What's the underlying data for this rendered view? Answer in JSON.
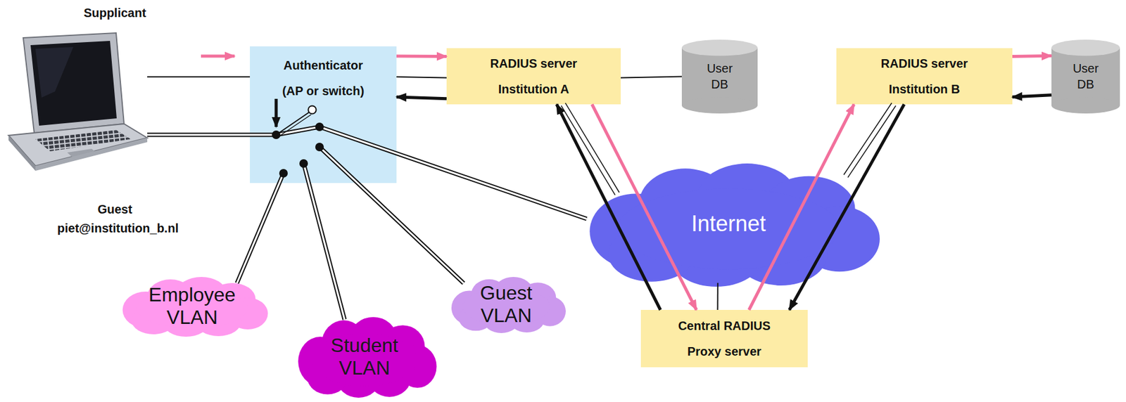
{
  "diagram": {
    "nodes": [
      {
        "text": [
          "Authenticator",
          "(AP or switch)"
        ]
      },
      {
        "text": [
          "RADIUS server",
          "Institution A"
        ]
      },
      {
        "text": [
          "User DB"
        ]
      },
      {
        "text": [
          "RADIUS server",
          "Institution B"
        ]
      },
      {
        "text": [
          "User DB"
        ]
      },
      {
        "text": [
          "Internet"
        ]
      },
      {
        "text": [
          "Central RADIUS",
          "Proxy server"
        ]
      },
      {
        "text": [
          "Employee VLAN"
        ]
      },
      {
        "text": [
          "Student VLAN"
        ]
      },
      {
        "text": [
          "Guest VLAN"
        ]
      }
    ],
    "edges": [
      {
        "from": 0,
        "to": 1,
        "arrow": "none"
      },
      {
        "from": 0,
        "to": 1,
        "arrow": "to"
      },
      {
        "from": 1,
        "to": 0,
        "arrow": "to"
      },
      {
        "from": 1,
        "to": 2,
        "arrow": "none"
      },
      {
        "from": 3,
        "to": 4,
        "arrow": "to"
      },
      {
        "from": 4,
        "to": 3,
        "arrow": "to"
      },
      {
        "from": 0,
        "to": 7,
        "arrow": "none"
      },
      {
        "from": 0,
        "to": 8,
        "arrow": "none"
      },
      {
        "from": 0,
        "to": 9,
        "arrow": "none"
      },
      {
        "from": 0,
        "to": 5,
        "arrow": "none"
      },
      {
        "from": 1,
        "to": 5,
        "arrow": "none"
      },
      {
        "from": 3,
        "to": 5,
        "arrow": "none"
      },
      {
        "from": 5,
        "to": 6,
        "arrow": "none"
      },
      {
        "from": 1,
        "to": 6,
        "arrow": "to"
      },
      {
        "from": 6,
        "to": 1,
        "arrow": "to"
      },
      {
        "from": 6,
        "to": 3,
        "arrow": "to"
      },
      {
        "from": 3,
        "to": 6,
        "arrow": "to"
      }
    ],
    "labels": [
      "Supplicant",
      "Guest",
      "piet@institution_b.nl"
    ]
  }
}
